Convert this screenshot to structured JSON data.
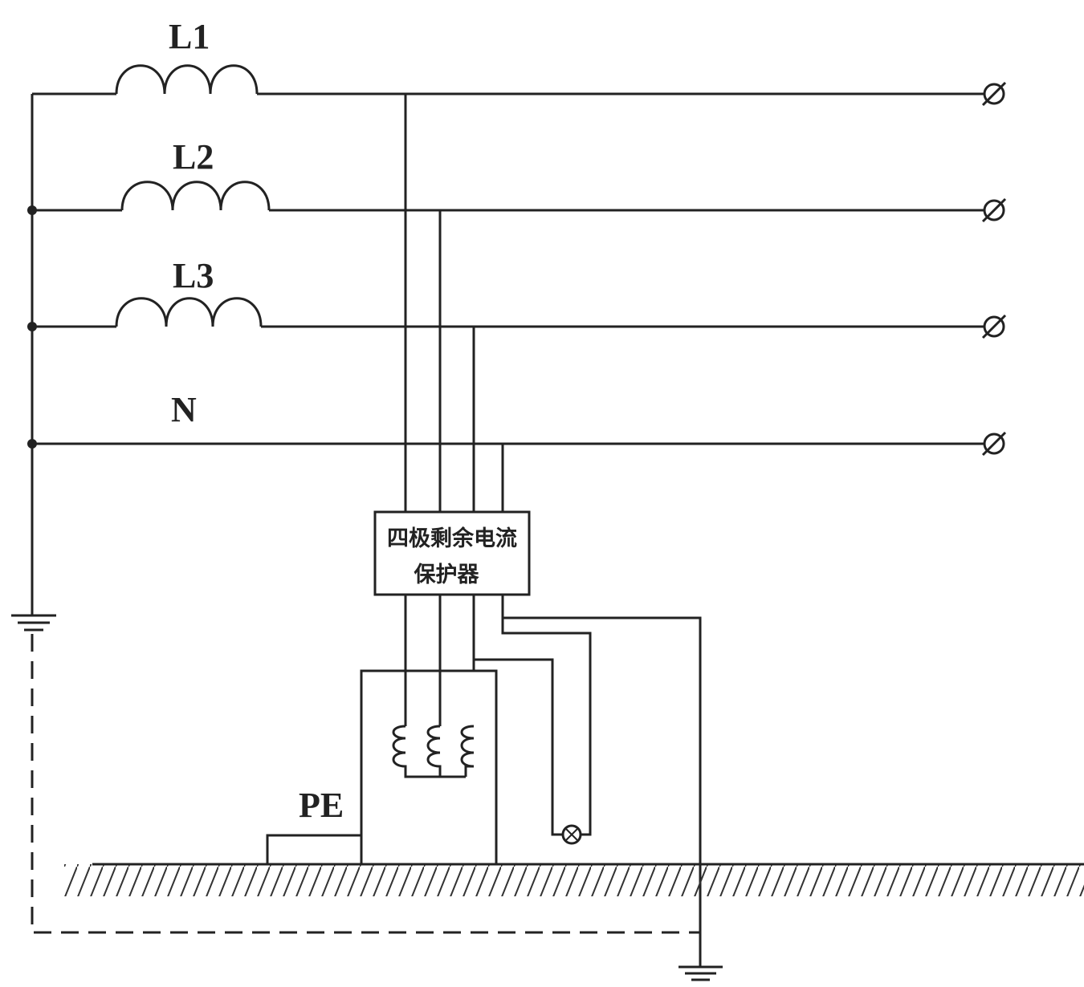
{
  "diagram": {
    "phases": [
      {
        "label": "L1"
      },
      {
        "label": "L2"
      },
      {
        "label": "L3"
      },
      {
        "label": "N"
      }
    ],
    "rcd": {
      "line1": "四极剩余电流",
      "line2": "保护器"
    },
    "pe_label": "PE",
    "colors": {
      "line": "#222222",
      "background": "#ffffff"
    },
    "icons": [
      "inductor-coil-icon",
      "terminal-icon",
      "ground-symbol-icon",
      "lamp-icon",
      "ground-hatch"
    ]
  }
}
